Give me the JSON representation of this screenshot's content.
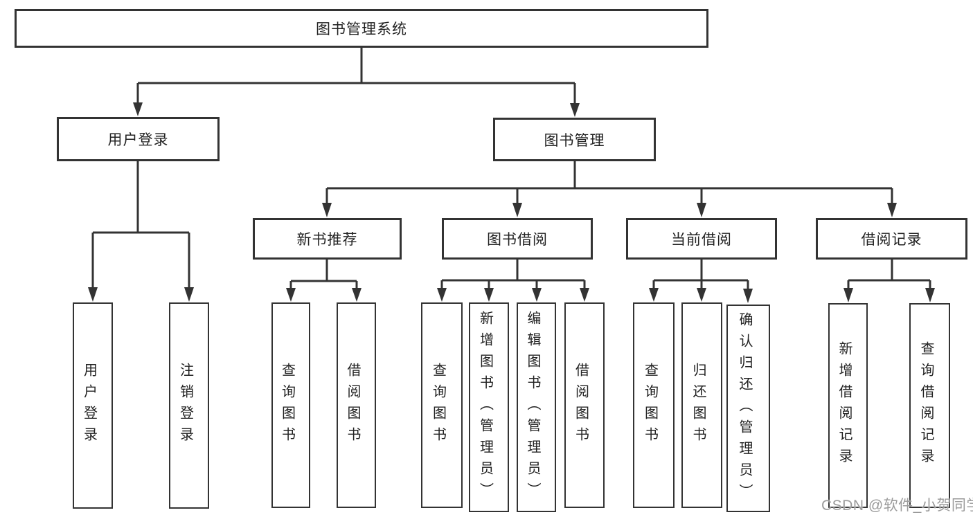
{
  "diagram": {
    "root": {
      "label": "图书管理系统"
    },
    "branches": [
      {
        "label": "用户登录",
        "children": [
          {
            "label": "用户登录"
          },
          {
            "label": "注销登录"
          }
        ]
      },
      {
        "label": "图书管理",
        "children": [
          {
            "label": "新书推荐",
            "children": [
              {
                "label": "查询图书"
              },
              {
                "label": "借阅图书"
              }
            ]
          },
          {
            "label": "图书借阅",
            "children": [
              {
                "label": "查询图书"
              },
              {
                "label": "新增图书（管理员）"
              },
              {
                "label": "编辑图书（管理员）"
              },
              {
                "label": "借阅图书"
              }
            ]
          },
          {
            "label": "当前借阅",
            "children": [
              {
                "label": "查询图书"
              },
              {
                "label": "归还图书"
              },
              {
                "label": "确认归还（管理员）"
              }
            ]
          },
          {
            "label": "借阅记录",
            "children": [
              {
                "label": "新增借阅记录"
              },
              {
                "label": "查询借阅记录"
              }
            ]
          }
        ]
      }
    ],
    "colors": {
      "line": "#333333",
      "text": "#222222",
      "background": "#ffffff",
      "watermark": "#9b9b9b"
    },
    "watermark": "CSDN @软件_小贺同学"
  }
}
